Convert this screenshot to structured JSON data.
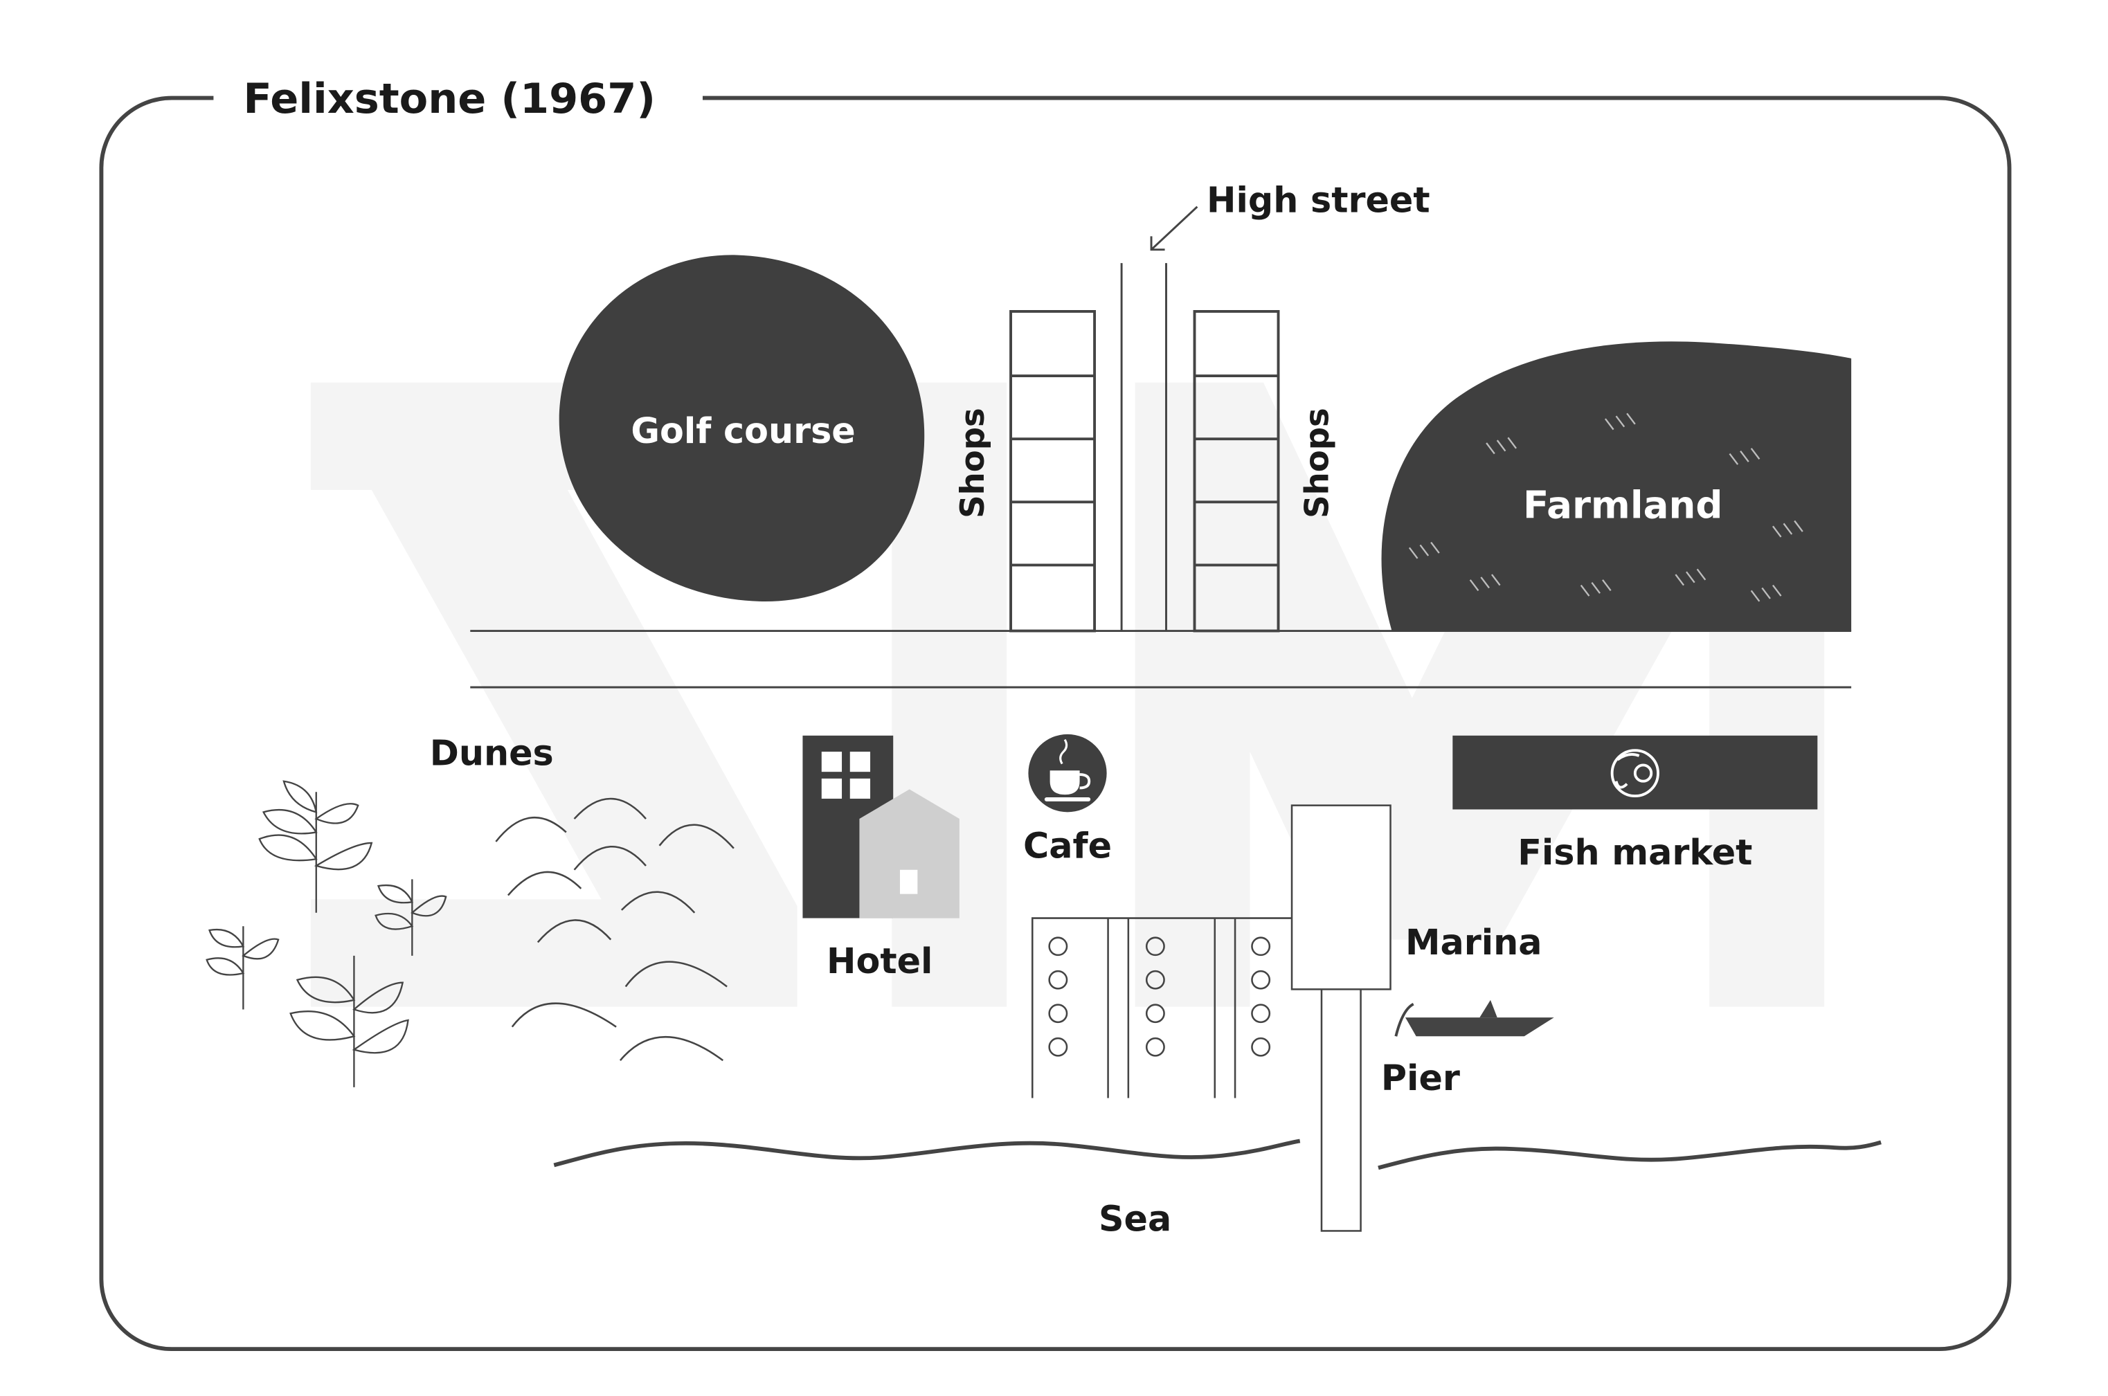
{
  "map": {
    "title": "Felixstone (1967)",
    "labels": {
      "high_street": "High street",
      "golf_course": "Golf course",
      "shops_left": "Shops",
      "shops_right": "Shops",
      "farmland": "Farmland",
      "dunes": "Dunes",
      "hotel": "Hotel",
      "cafe": "Cafe",
      "fish_market": "Fish market",
      "marina": "Marina",
      "pier": "Pier",
      "sea": "Sea"
    },
    "colors": {
      "dark_fill": "#3f3f3f",
      "light_fill": "#cfcfcf",
      "line": "#444444",
      "watermark": "#f4f4f4"
    },
    "icons": {
      "cafe": "coffee-cup-icon",
      "fish_market": "fish-icon",
      "hotel": "hotel-building-icon",
      "boat": "boat-icon",
      "plants": "leaf-plant-icon",
      "dunes": "dune-hill-icon"
    }
  }
}
